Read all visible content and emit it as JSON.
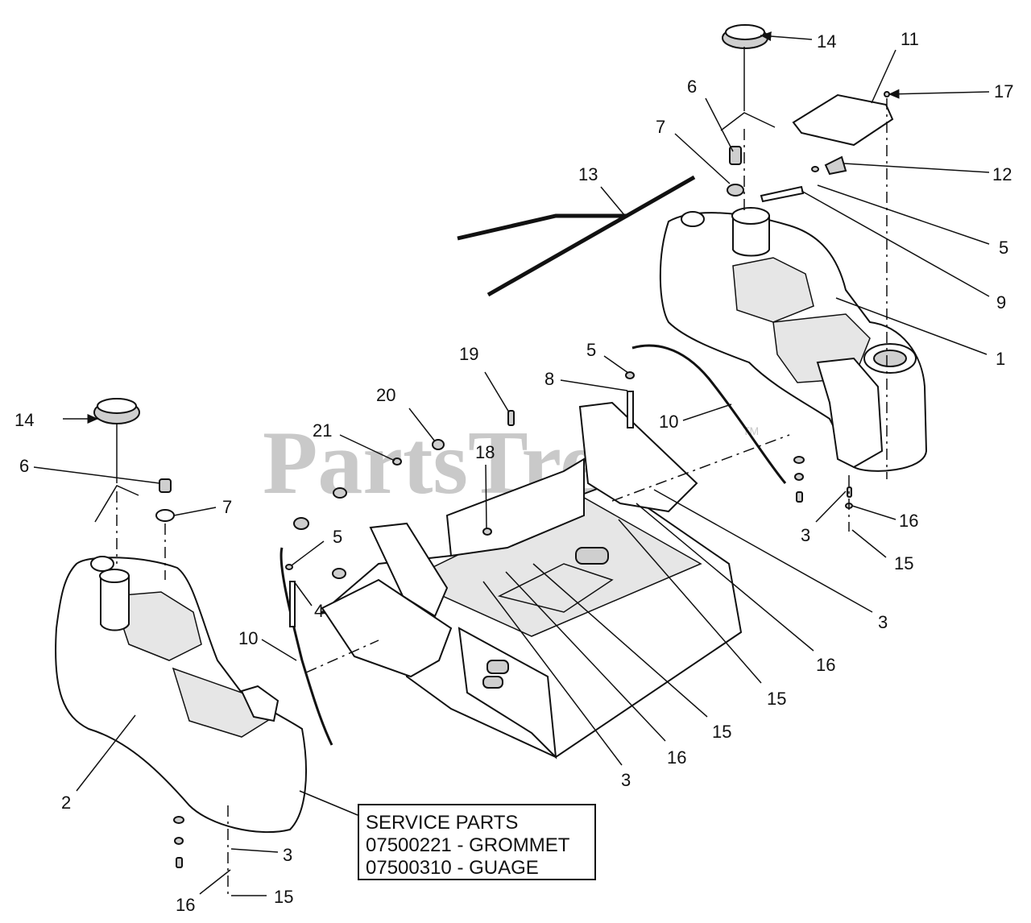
{
  "watermark": {
    "brand": "PartsTree",
    "trademark": "TM"
  },
  "service_parts": {
    "title": "SERVICE PARTS",
    "items": [
      "07500221 - GROMMET",
      "07500310 - GUAGE"
    ]
  },
  "callouts": {
    "c1": "1",
    "c2": "2",
    "c3a": "3",
    "c3b": "3",
    "c3c": "3",
    "c3d": "3",
    "c4": "4",
    "c5a": "5",
    "c5b": "5",
    "c5c": "5",
    "c6a": "6",
    "c6b": "6",
    "c7a": "7",
    "c7b": "7",
    "c8": "8",
    "c9": "9",
    "c10a": "10",
    "c10b": "10",
    "c11": "11",
    "c12": "12",
    "c13": "13",
    "c14a": "14",
    "c14b": "14",
    "c15a": "15",
    "c15b": "15",
    "c15c": "15",
    "c15d": "15",
    "c16a": "16",
    "c16b": "16",
    "c16c": "16",
    "c16d": "16",
    "c17": "17",
    "c18": "18",
    "c19": "19",
    "c20": "20",
    "c21": "21"
  }
}
